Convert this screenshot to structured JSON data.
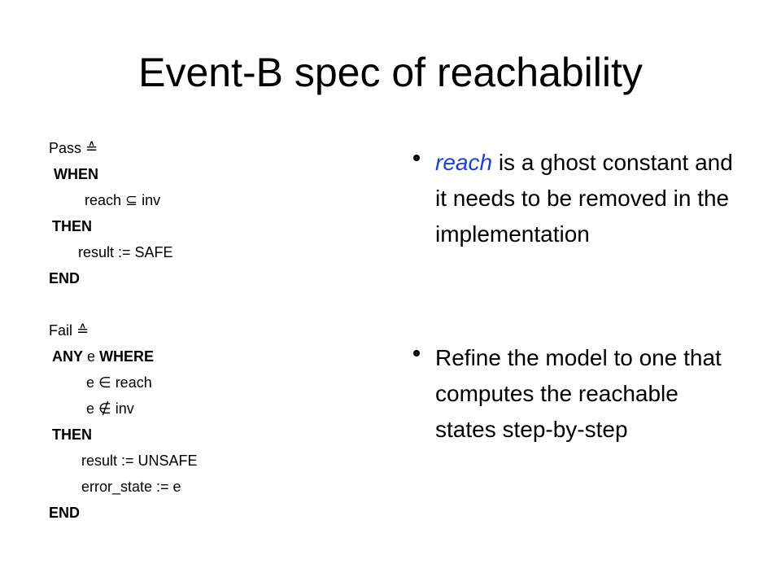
{
  "slide": {
    "title": "Event-B spec of reachability",
    "code": {
      "pass_header": "Pass ≙",
      "when_kw": "WHEN",
      "guard1": "reach ⊆ inv",
      "then_kw_1": "THEN",
      "action1": "result := SAFE",
      "end_kw_1": "END",
      "fail_header": "Fail ≙",
      "any_kw": "ANY",
      "any_var": "e",
      "where_kw": "WHERE",
      "guard2": "e ∈ reach",
      "guard3": "e ∉ inv",
      "then_kw_2": "THEN",
      "action2": "result := UNSAFE",
      "action3": "error_state := e",
      "end_kw_2": "END"
    },
    "bullets": [
      {
        "em": "reach",
        "text": " is a ghost constant and it needs to be removed in the implementation"
      },
      {
        "em": "",
        "text": "Refine the model to one that computes the reachable states step-by-step"
      }
    ],
    "colors": {
      "accent": "#1f3fd3",
      "text": "#000000",
      "background": "#ffffff"
    }
  }
}
